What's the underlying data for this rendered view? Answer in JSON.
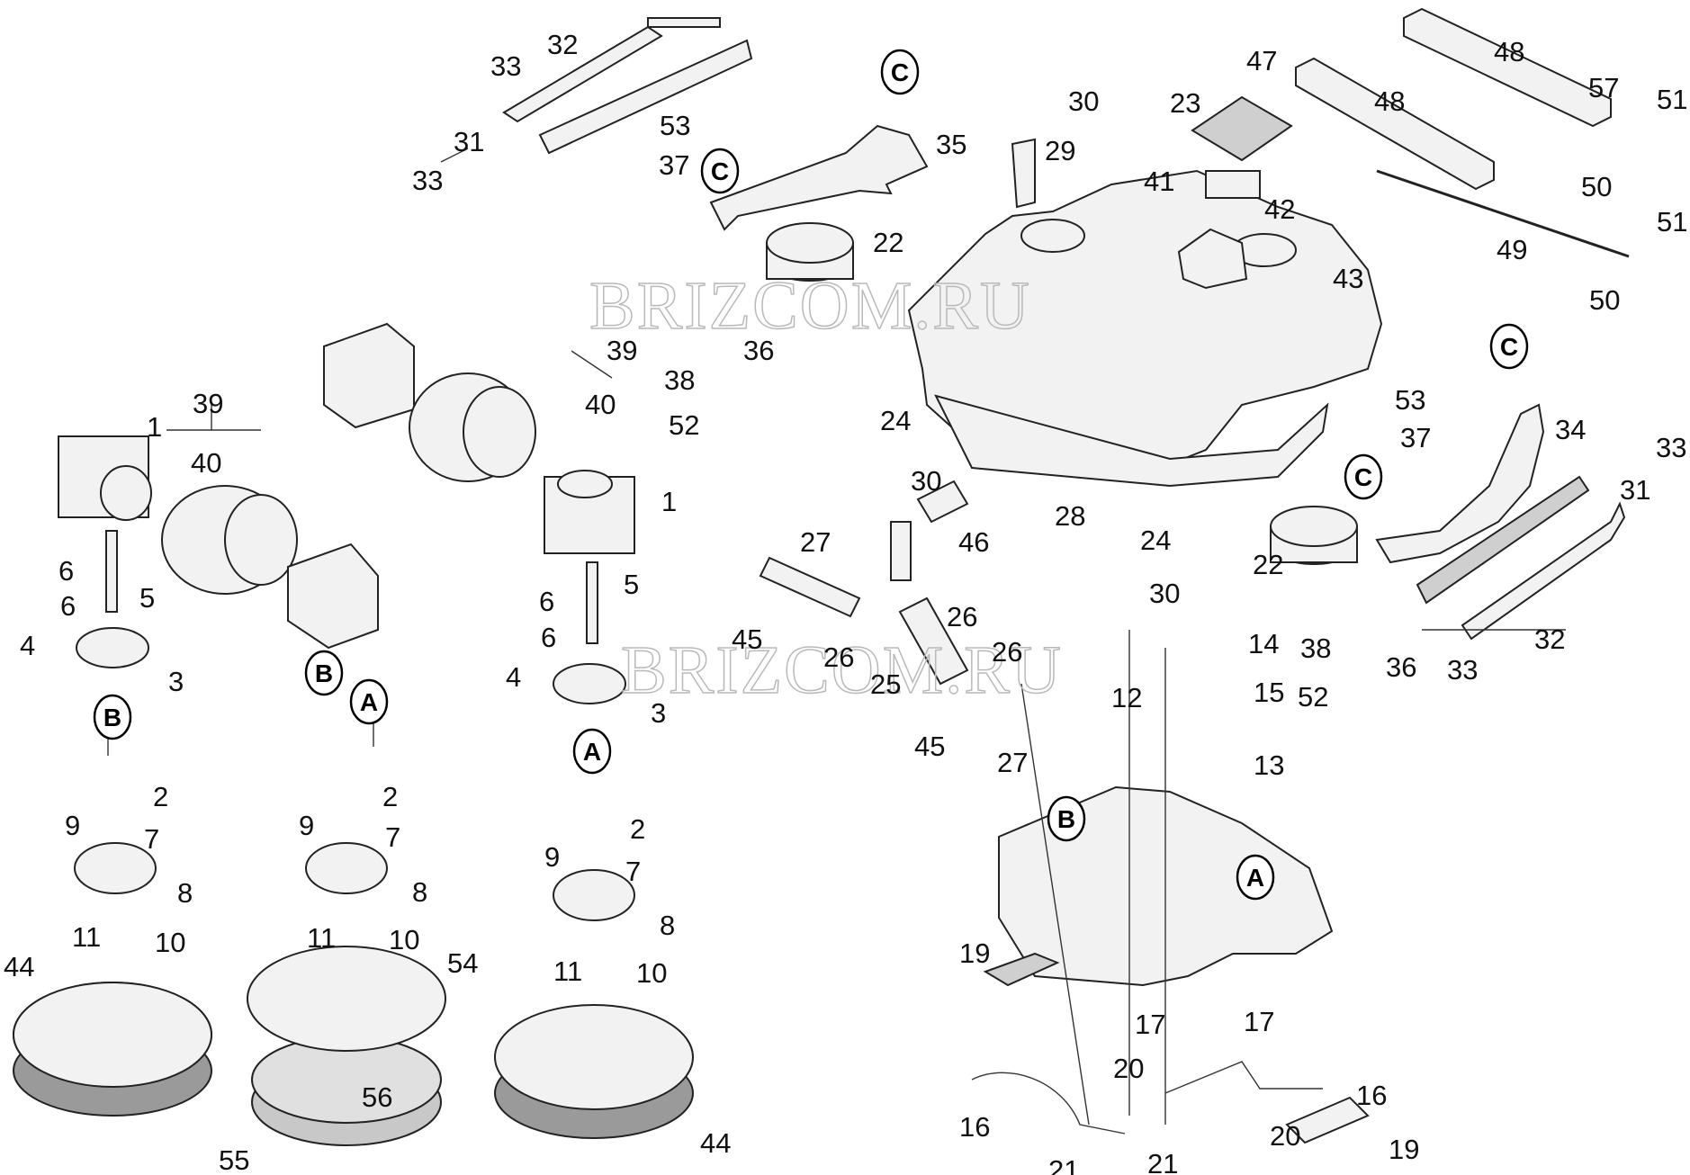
{
  "watermark": "BRIZCOM.RU",
  "ref_circles": [
    "A",
    "B",
    "C"
  ],
  "parts": [
    {
      "id": "p1a",
      "num": "1"
    },
    {
      "id": "p1b",
      "num": "1"
    },
    {
      "id": "p2a",
      "num": "2"
    },
    {
      "id": "p2b",
      "num": "2"
    },
    {
      "id": "p2c",
      "num": "2"
    },
    {
      "id": "p3a",
      "num": "3"
    },
    {
      "id": "p3b",
      "num": "3"
    },
    {
      "id": "p4a",
      "num": "4"
    },
    {
      "id": "p4b",
      "num": "4"
    },
    {
      "id": "p5a",
      "num": "5"
    },
    {
      "id": "p5b",
      "num": "5"
    },
    {
      "id": "p6a",
      "num": "6"
    },
    {
      "id": "p6b",
      "num": "6"
    },
    {
      "id": "p6c",
      "num": "6"
    },
    {
      "id": "p6d",
      "num": "6"
    },
    {
      "id": "p7a",
      "num": "7"
    },
    {
      "id": "p7b",
      "num": "7"
    },
    {
      "id": "p7c",
      "num": "7"
    },
    {
      "id": "p8a",
      "num": "8"
    },
    {
      "id": "p8b",
      "num": "8"
    },
    {
      "id": "p8c",
      "num": "8"
    },
    {
      "id": "p9a",
      "num": "9"
    },
    {
      "id": "p9b",
      "num": "9"
    },
    {
      "id": "p9c",
      "num": "9"
    },
    {
      "id": "p10a",
      "num": "10"
    },
    {
      "id": "p10b",
      "num": "10"
    },
    {
      "id": "p10c",
      "num": "10"
    },
    {
      "id": "p11a",
      "num": "11"
    },
    {
      "id": "p11b",
      "num": "11"
    },
    {
      "id": "p11c",
      "num": "11"
    },
    {
      "id": "p12",
      "num": "12"
    },
    {
      "id": "p13",
      "num": "13"
    },
    {
      "id": "p14",
      "num": "14"
    },
    {
      "id": "p15",
      "num": "15"
    },
    {
      "id": "p16a",
      "num": "16"
    },
    {
      "id": "p16b",
      "num": "16"
    },
    {
      "id": "p17a",
      "num": "17"
    },
    {
      "id": "p17b",
      "num": "17"
    },
    {
      "id": "p19a",
      "num": "19"
    },
    {
      "id": "p19b",
      "num": "19"
    },
    {
      "id": "p20a",
      "num": "20"
    },
    {
      "id": "p20b",
      "num": "20"
    },
    {
      "id": "p21a",
      "num": "21"
    },
    {
      "id": "p21b",
      "num": "21"
    },
    {
      "id": "p22a",
      "num": "22"
    },
    {
      "id": "p22b",
      "num": "22"
    },
    {
      "id": "p23",
      "num": "23"
    },
    {
      "id": "p24a",
      "num": "24"
    },
    {
      "id": "p24b",
      "num": "24"
    },
    {
      "id": "p25",
      "num": "25"
    },
    {
      "id": "p26a",
      "num": "26"
    },
    {
      "id": "p26b",
      "num": "26"
    },
    {
      "id": "p26c",
      "num": "26"
    },
    {
      "id": "p27a",
      "num": "27"
    },
    {
      "id": "p27b",
      "num": "27"
    },
    {
      "id": "p28",
      "num": "28"
    },
    {
      "id": "p29",
      "num": "29"
    },
    {
      "id": "p30a",
      "num": "30"
    },
    {
      "id": "p30b",
      "num": "30"
    },
    {
      "id": "p30c",
      "num": "30"
    },
    {
      "id": "p31a",
      "num": "31"
    },
    {
      "id": "p31b",
      "num": "31"
    },
    {
      "id": "p32a",
      "num": "32"
    },
    {
      "id": "p32b",
      "num": "32"
    },
    {
      "id": "p33a",
      "num": "33"
    },
    {
      "id": "p33b",
      "num": "33"
    },
    {
      "id": "p33c",
      "num": "33"
    },
    {
      "id": "p33d",
      "num": "33"
    },
    {
      "id": "p34",
      "num": "34"
    },
    {
      "id": "p35",
      "num": "35"
    },
    {
      "id": "p36a",
      "num": "36"
    },
    {
      "id": "p36b",
      "num": "36"
    },
    {
      "id": "p37a",
      "num": "37"
    },
    {
      "id": "p37b",
      "num": "37"
    },
    {
      "id": "p38a",
      "num": "38"
    },
    {
      "id": "p38b",
      "num": "38"
    },
    {
      "id": "p39a",
      "num": "39"
    },
    {
      "id": "p39b",
      "num": "39"
    },
    {
      "id": "p40a",
      "num": "40"
    },
    {
      "id": "p40b",
      "num": "40"
    },
    {
      "id": "p41",
      "num": "41"
    },
    {
      "id": "p42",
      "num": "42"
    },
    {
      "id": "p43",
      "num": "43"
    },
    {
      "id": "p44a",
      "num": "44"
    },
    {
      "id": "p44b",
      "num": "44"
    },
    {
      "id": "p45a",
      "num": "45"
    },
    {
      "id": "p45b",
      "num": "45"
    },
    {
      "id": "p46",
      "num": "46"
    },
    {
      "id": "p47",
      "num": "47"
    },
    {
      "id": "p48a",
      "num": "48"
    },
    {
      "id": "p48b",
      "num": "48"
    },
    {
      "id": "p49",
      "num": "49"
    },
    {
      "id": "p50a",
      "num": "50"
    },
    {
      "id": "p50b",
      "num": "50"
    },
    {
      "id": "p51a",
      "num": "51"
    },
    {
      "id": "p51b",
      "num": "51"
    },
    {
      "id": "p52a",
      "num": "52"
    },
    {
      "id": "p52b",
      "num": "52"
    },
    {
      "id": "p53a",
      "num": "53"
    },
    {
      "id": "p53b",
      "num": "53"
    },
    {
      "id": "p54",
      "num": "54"
    },
    {
      "id": "p55",
      "num": "55"
    },
    {
      "id": "p56",
      "num": "56"
    },
    {
      "id": "p57",
      "num": "57"
    }
  ]
}
